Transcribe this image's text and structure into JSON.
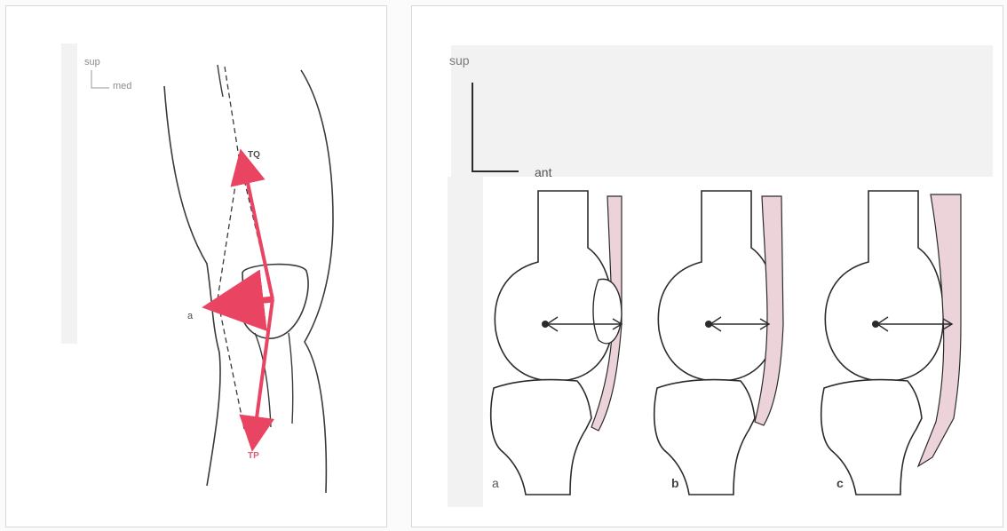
{
  "left_figure": {
    "orientation_superior": "sup",
    "orientation_medial": "med",
    "force_quadriceps_tendon": "TQ",
    "force_patellar_tendon": "TP",
    "resultant_label": "a"
  },
  "right_figure": {
    "orientation_superior": "sup",
    "orientation_anterior": "ant",
    "panels": [
      {
        "label": "a"
      },
      {
        "label": "b"
      },
      {
        "label": "c"
      }
    ]
  },
  "colors": {
    "force_arrow": "#e94462",
    "tendon_fill": "#ecd3da",
    "line": "#2b2b2b",
    "background_block": "#f2f2f2"
  }
}
